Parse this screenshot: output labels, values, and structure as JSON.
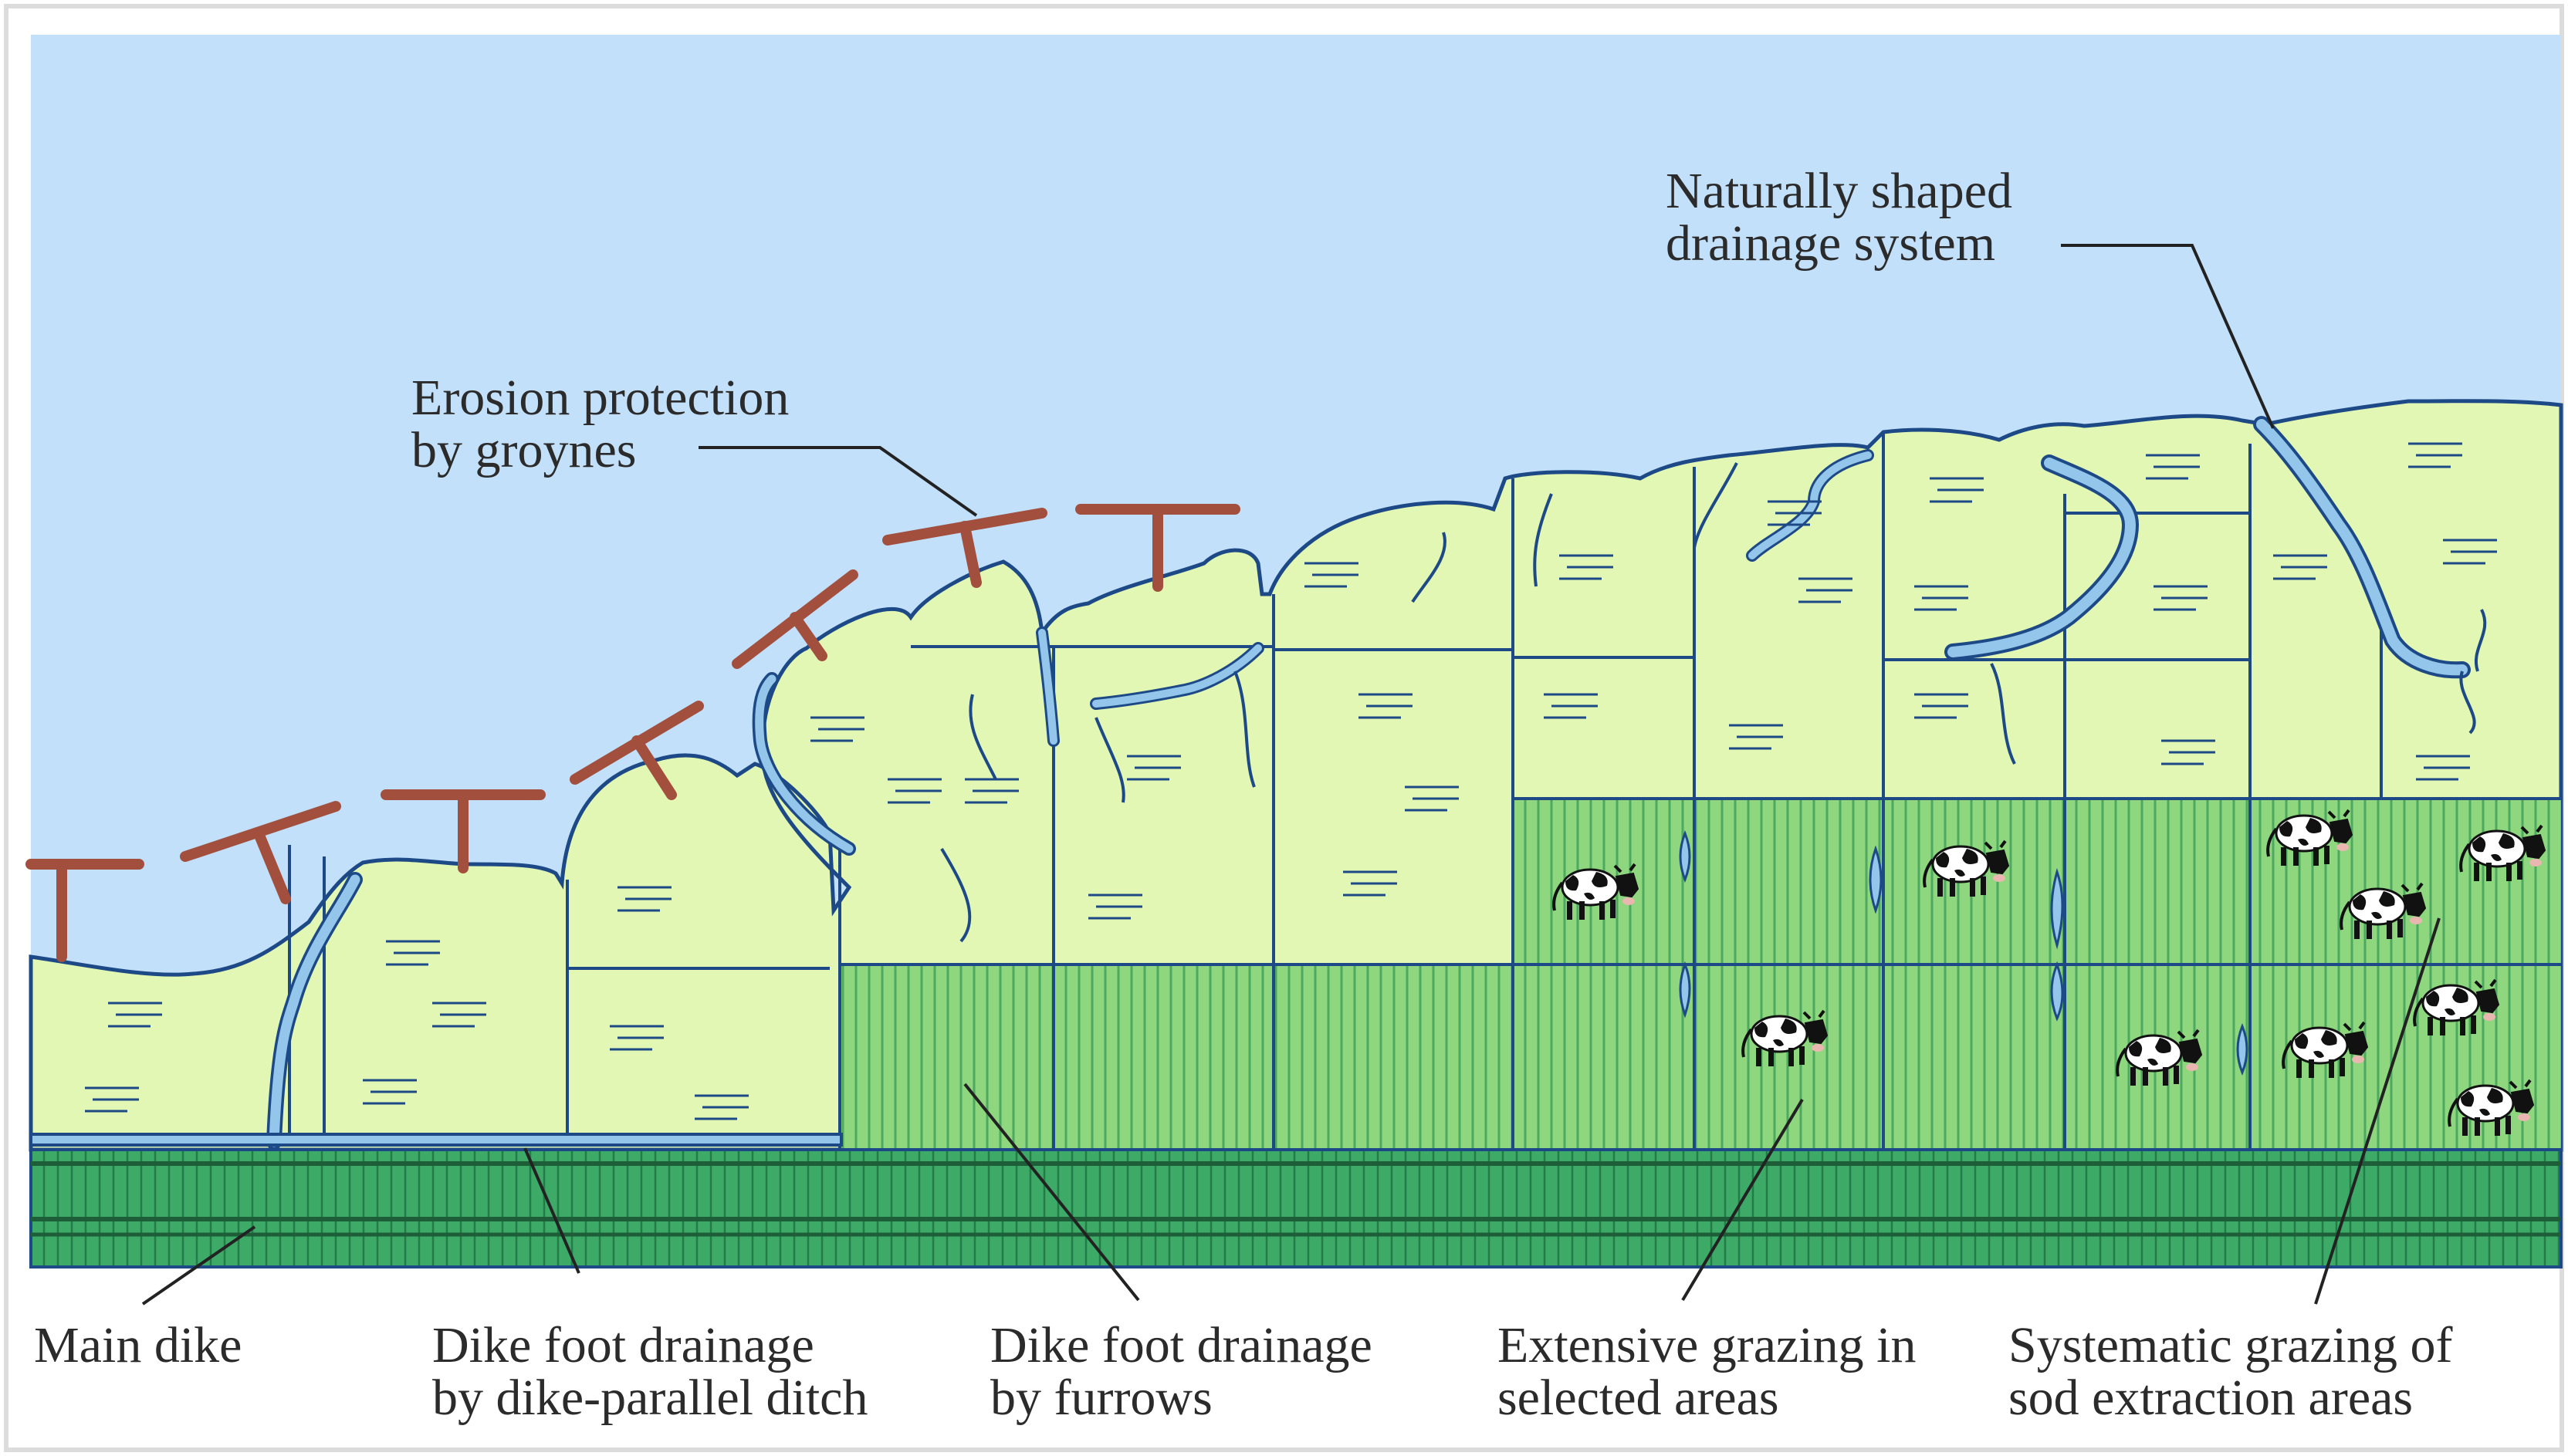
{
  "labels": {
    "drainage_system": [
      "Naturally shaped",
      "drainage system"
    ],
    "groynes": [
      "Erosion protection",
      "by groynes"
    ],
    "main_dike": [
      "Main dike"
    ],
    "ditch": [
      "Dike foot drainage",
      "by dike-parallel ditch"
    ],
    "furrows": [
      "Dike foot drainage",
      "by furrows"
    ],
    "extensive": [
      "Extensive grazing in",
      "selected areas"
    ],
    "systematic": [
      "Systematic grazing of",
      "sod extraction areas"
    ]
  },
  "colors": {
    "sky": "#c2e0fa",
    "marsh": "#e3f7b5",
    "grazing": "#8ed77f",
    "furrow_line": "#4da860",
    "dike": "#3daa68",
    "dike_dark": "#237b45",
    "creek": "#93c6ea",
    "outline": "#1d4a86",
    "groyne": "#a34f3d",
    "frame": "#dcdcdc",
    "leader": "#222222"
  },
  "icons": {
    "cow": "cow-icon",
    "groyne": "groyne-icon"
  }
}
